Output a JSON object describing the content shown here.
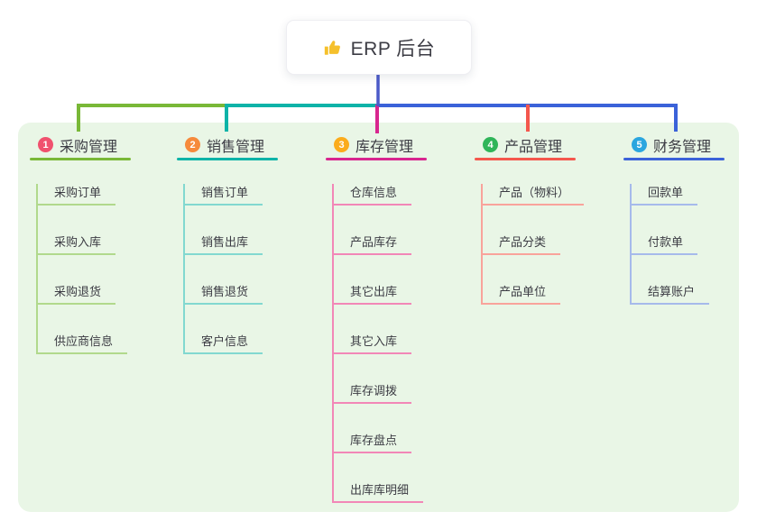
{
  "root": {
    "label": "ERP 后台",
    "icon": "thumbs-up-icon",
    "icon_color": "#f5c02c"
  },
  "colors": {
    "canvas_bg": "#ffffff",
    "panel_bg": "#e9f6e6",
    "trunk": "#4b5ac9",
    "text": "#3c3c44"
  },
  "branches": [
    {
      "badge": "1",
      "badge_color": "#f0516e",
      "label": "采购管理",
      "line_color": "#79b837",
      "child_line_color": "#b1d98c",
      "children": [
        "采购订单",
        "采购入库",
        "采购退货",
        "供应商信息"
      ]
    },
    {
      "badge": "2",
      "badge_color": "#f68a3c",
      "label": "销售管理",
      "line_color": "#0db3a8",
      "child_line_color": "#82d8d0",
      "children": [
        "销售订单",
        "销售出库",
        "销售退货",
        "客户信息"
      ]
    },
    {
      "badge": "3",
      "badge_color": "#fbac1c",
      "label": "库存管理",
      "line_color": "#d8268f",
      "child_line_color": "#f287b7",
      "children": [
        "仓库信息",
        "产品库存",
        "其它出库",
        "其它入库",
        "库存调拨",
        "库存盘点",
        "出库库明细"
      ]
    },
    {
      "badge": "4",
      "badge_color": "#2fb559",
      "label": "产品管理",
      "line_color": "#f4574d",
      "child_line_color": "#f9a39b",
      "children": [
        "产品（物料）",
        "产品分类",
        "产品单位"
      ]
    },
    {
      "badge": "5",
      "badge_color": "#2ba6df",
      "label": "财务管理",
      "line_color": "#3b62d9",
      "child_line_color": "#a6baeb",
      "children": [
        "回款单",
        "付款单",
        "结算账户"
      ]
    }
  ]
}
